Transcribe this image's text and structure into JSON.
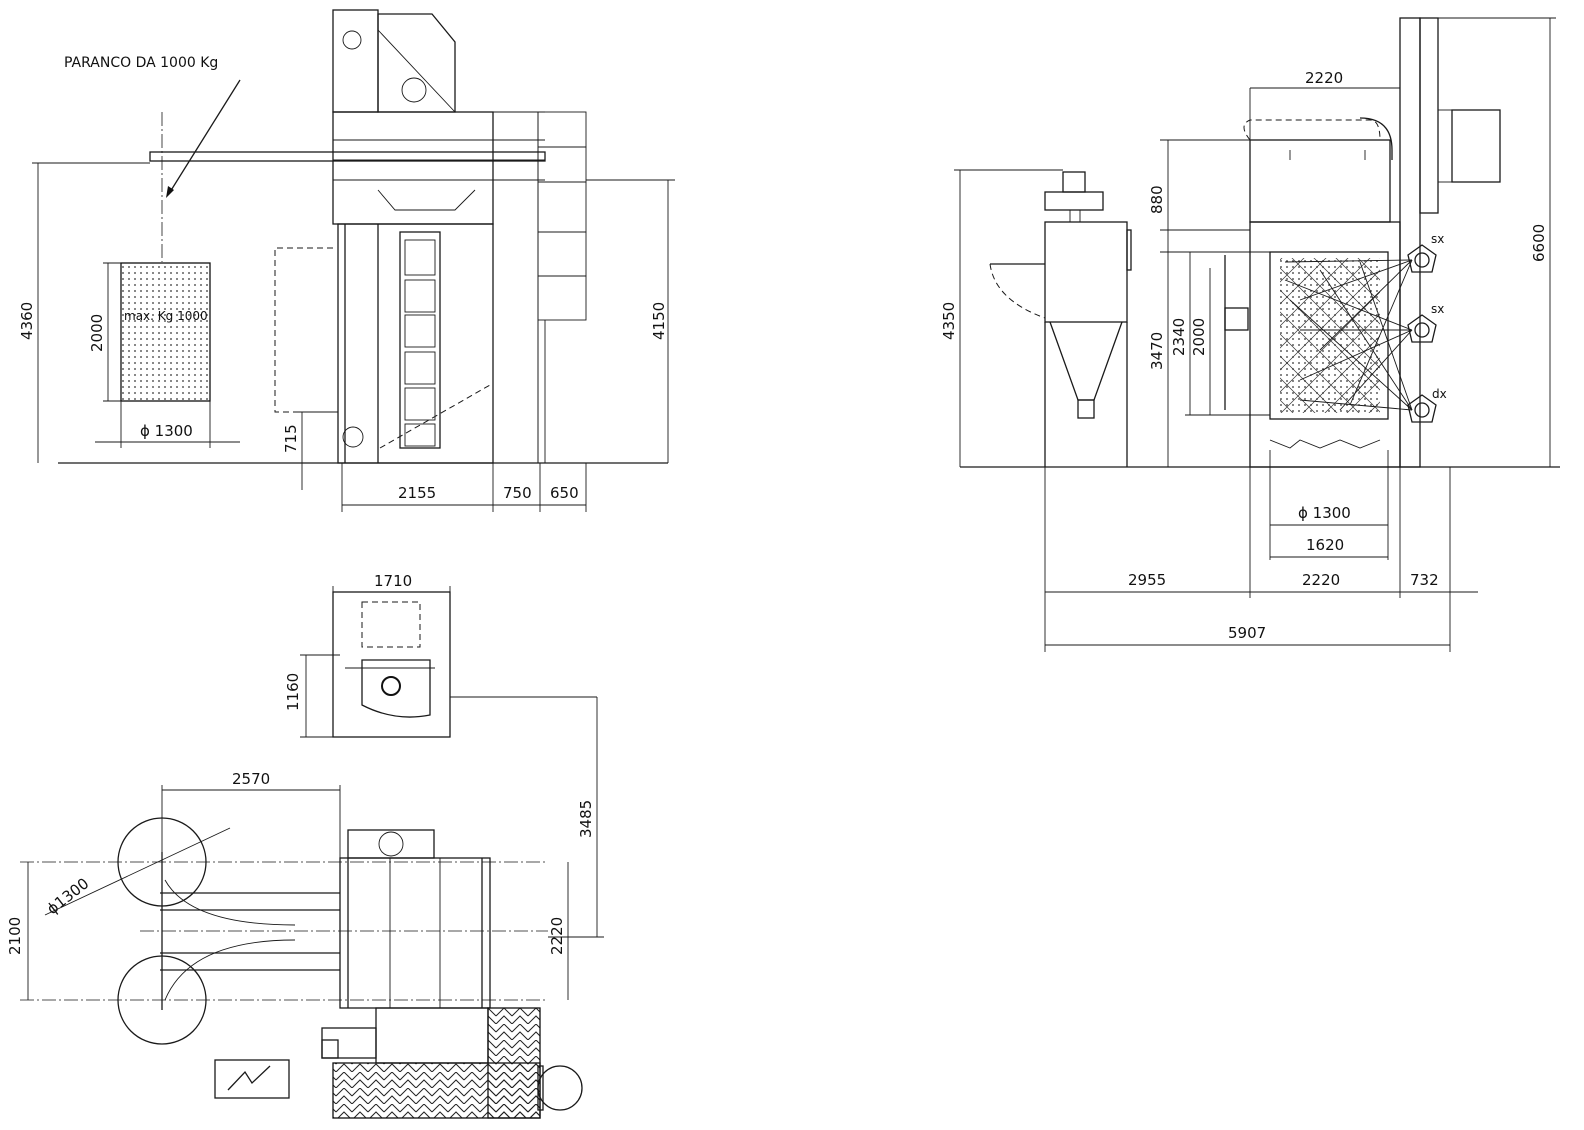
{
  "labels": {
    "hoist": "PARANCO DA 1000 Kg",
    "load": "max. Kg 1000",
    "sx1": "sx",
    "sx2": "sx",
    "dx": "dx"
  },
  "dims": {
    "d_4360": "4360",
    "d_2000_left": "2000",
    "d_1300_left": "ϕ 1300",
    "d_715": "715",
    "d_4150": "4150",
    "d_2155": "2155",
    "d_750": "750",
    "d_650": "650",
    "d_1710": "1710",
    "d_1160": "1160",
    "d_2570": "2570",
    "d_3485": "3485",
    "d_2100": "2100",
    "d_1300_plan": "ϕ1300",
    "d_2220_plan": "2220",
    "d_2220_top": "2220",
    "d_880": "880",
    "d_6600": "6600",
    "d_4350": "4350",
    "d_3470": "3470",
    "d_2340": "2340",
    "d_2000_right": "2000",
    "d_1300_right": "ϕ 1300",
    "d_1620": "1620",
    "d_2955": "2955",
    "d_2220_bottom": "2220",
    "d_732": "732",
    "d_5907": "5907"
  }
}
